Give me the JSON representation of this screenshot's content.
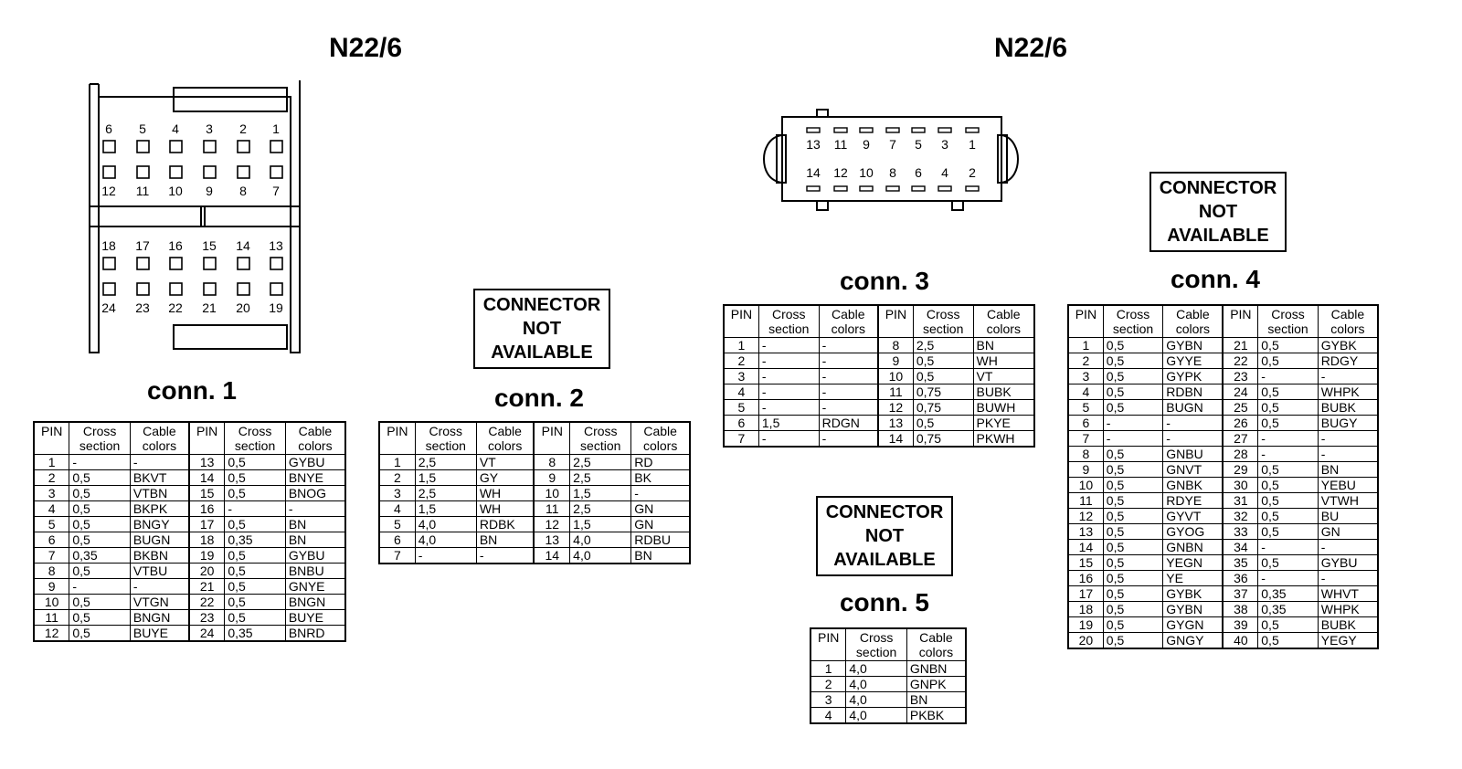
{
  "headings": {
    "left": "N22/6",
    "right": "N22/6"
  },
  "table_headers": {
    "pin": "PIN",
    "cross_1": "Cross",
    "cross_2": "section",
    "color_1": "Cable",
    "color_2": "colors"
  },
  "na_box": {
    "line1": "CONNECTOR",
    "line2": "NOT",
    "line3": "AVAILABLE"
  },
  "connector_24": {
    "top_row_a": [
      "6",
      "5",
      "4",
      "3",
      "2",
      "1"
    ],
    "top_row_b": [
      "12",
      "11",
      "10",
      "9",
      "8",
      "7"
    ],
    "bottom_row_a": [
      "18",
      "17",
      "16",
      "15",
      "14",
      "13"
    ],
    "bottom_row_b": [
      "24",
      "23",
      "22",
      "21",
      "20",
      "19"
    ]
  },
  "connector_14": {
    "odd_row": [
      "13",
      "11",
      "9",
      "7",
      "5",
      "3",
      "1"
    ],
    "even_row": [
      "14",
      "12",
      "10",
      "8",
      "6",
      "4",
      "2"
    ]
  },
  "conn1": {
    "title": "conn. 1",
    "rows": [
      [
        "1",
        "-",
        "-",
        "13",
        "0,5",
        "GYBU"
      ],
      [
        "2",
        "0,5",
        "BKVT",
        "14",
        "0,5",
        "BNYE"
      ],
      [
        "3",
        "0,5",
        "VTBN",
        "15",
        "0,5",
        "BNOG"
      ],
      [
        "4",
        "0,5",
        "BKPK",
        "16",
        "-",
        "-"
      ],
      [
        "5",
        "0,5",
        "BNGY",
        "17",
        "0,5",
        "BN"
      ],
      [
        "6",
        "0,5",
        "BUGN",
        "18",
        "0,35",
        "BN"
      ],
      [
        "7",
        "0,35",
        "BKBN",
        "19",
        "0,5",
        "GYBU"
      ],
      [
        "8",
        "0,5",
        "VTBU",
        "20",
        "0,5",
        "BNBU"
      ],
      [
        "9",
        "-",
        "-",
        "21",
        "0,5",
        "GNYE"
      ],
      [
        "10",
        "0,5",
        "VTGN",
        "22",
        "0,5",
        "BNGN"
      ],
      [
        "11",
        "0,5",
        "BNGN",
        "23",
        "0,5",
        "BUYE"
      ],
      [
        "12",
        "0,5",
        "BUYE",
        "24",
        "0,35",
        "BNRD"
      ]
    ]
  },
  "conn2": {
    "title": "conn. 2",
    "rows": [
      [
        "1",
        "2,5",
        "VT",
        "8",
        "2,5",
        "RD"
      ],
      [
        "2",
        "1,5",
        "GY",
        "9",
        "2,5",
        "BK"
      ],
      [
        "3",
        "2,5",
        "WH",
        "10",
        "1,5",
        "-"
      ],
      [
        "4",
        "1,5",
        "WH",
        "11",
        "2,5",
        "GN"
      ],
      [
        "5",
        "4,0",
        "RDBK",
        "12",
        "1,5",
        "GN"
      ],
      [
        "6",
        "4,0",
        "BN",
        "13",
        "4,0",
        "RDBU"
      ],
      [
        "7",
        "-",
        "-",
        "14",
        "4,0",
        "BN"
      ]
    ]
  },
  "conn3": {
    "title": "conn. 3",
    "rows": [
      [
        "1",
        "-",
        "-",
        "8",
        "2,5",
        "BN"
      ],
      [
        "2",
        "-",
        "-",
        "9",
        "0,5",
        "WH"
      ],
      [
        "3",
        "-",
        "-",
        "10",
        "0,5",
        "VT"
      ],
      [
        "4",
        "-",
        "-",
        "11",
        "0,75",
        "BUBK"
      ],
      [
        "5",
        "-",
        "-",
        "12",
        "0,75",
        "BUWH"
      ],
      [
        "6",
        "1,5",
        "RDGN",
        "13",
        "0,5",
        "PKYE"
      ],
      [
        "7",
        "-",
        "-",
        "14",
        "0,75",
        "PKWH"
      ]
    ]
  },
  "conn4": {
    "title": "conn. 4",
    "rows": [
      [
        "1",
        "0,5",
        "GYBN",
        "21",
        "0,5",
        "GYBK"
      ],
      [
        "2",
        "0,5",
        "GYYE",
        "22",
        "0,5",
        "RDGY"
      ],
      [
        "3",
        "0,5",
        "GYPK",
        "23",
        "-",
        "-"
      ],
      [
        "4",
        "0,5",
        "RDBN",
        "24",
        "0,5",
        "WHPK"
      ],
      [
        "5",
        "0,5",
        "BUGN",
        "25",
        "0,5",
        "BUBK"
      ],
      [
        "6",
        "-",
        "-",
        "26",
        "0,5",
        "BUGY"
      ],
      [
        "7",
        "-",
        "-",
        "27",
        "-",
        "-"
      ],
      [
        "8",
        "0,5",
        "GNBU",
        "28",
        "-",
        "-"
      ],
      [
        "9",
        "0,5",
        "GNVT",
        "29",
        "0,5",
        "BN"
      ],
      [
        "10",
        "0,5",
        "GNBK",
        "30",
        "0,5",
        "YEBU"
      ],
      [
        "11",
        "0,5",
        "RDYE",
        "31",
        "0,5",
        "VTWH"
      ],
      [
        "12",
        "0,5",
        "GYVT",
        "32",
        "0,5",
        "BU"
      ],
      [
        "13",
        "0,5",
        "GYOG",
        "33",
        "0,5",
        "GN"
      ],
      [
        "14",
        "0,5",
        "GNBN",
        "34",
        "-",
        "-"
      ],
      [
        "15",
        "0,5",
        "YEGN",
        "35",
        "0,5",
        "GYBU"
      ],
      [
        "16",
        "0,5",
        "YE",
        "36",
        "-",
        "-"
      ],
      [
        "17",
        "0,5",
        "GYBK",
        "37",
        "0,35",
        "WHVT"
      ],
      [
        "18",
        "0,5",
        "GYBN",
        "38",
        "0,35",
        "WHPK"
      ],
      [
        "19",
        "0,5",
        "GYGN",
        "39",
        "0,5",
        "BUBK"
      ],
      [
        "20",
        "0,5",
        "GNGY",
        "40",
        "0,5",
        "YEGY"
      ]
    ]
  },
  "conn5": {
    "title": "conn. 5",
    "rows": [
      [
        "1",
        "4,0",
        "GNBN"
      ],
      [
        "2",
        "4,0",
        "GNPK"
      ],
      [
        "3",
        "4,0",
        "BN"
      ],
      [
        "4",
        "4,0",
        "PKBK"
      ]
    ]
  }
}
